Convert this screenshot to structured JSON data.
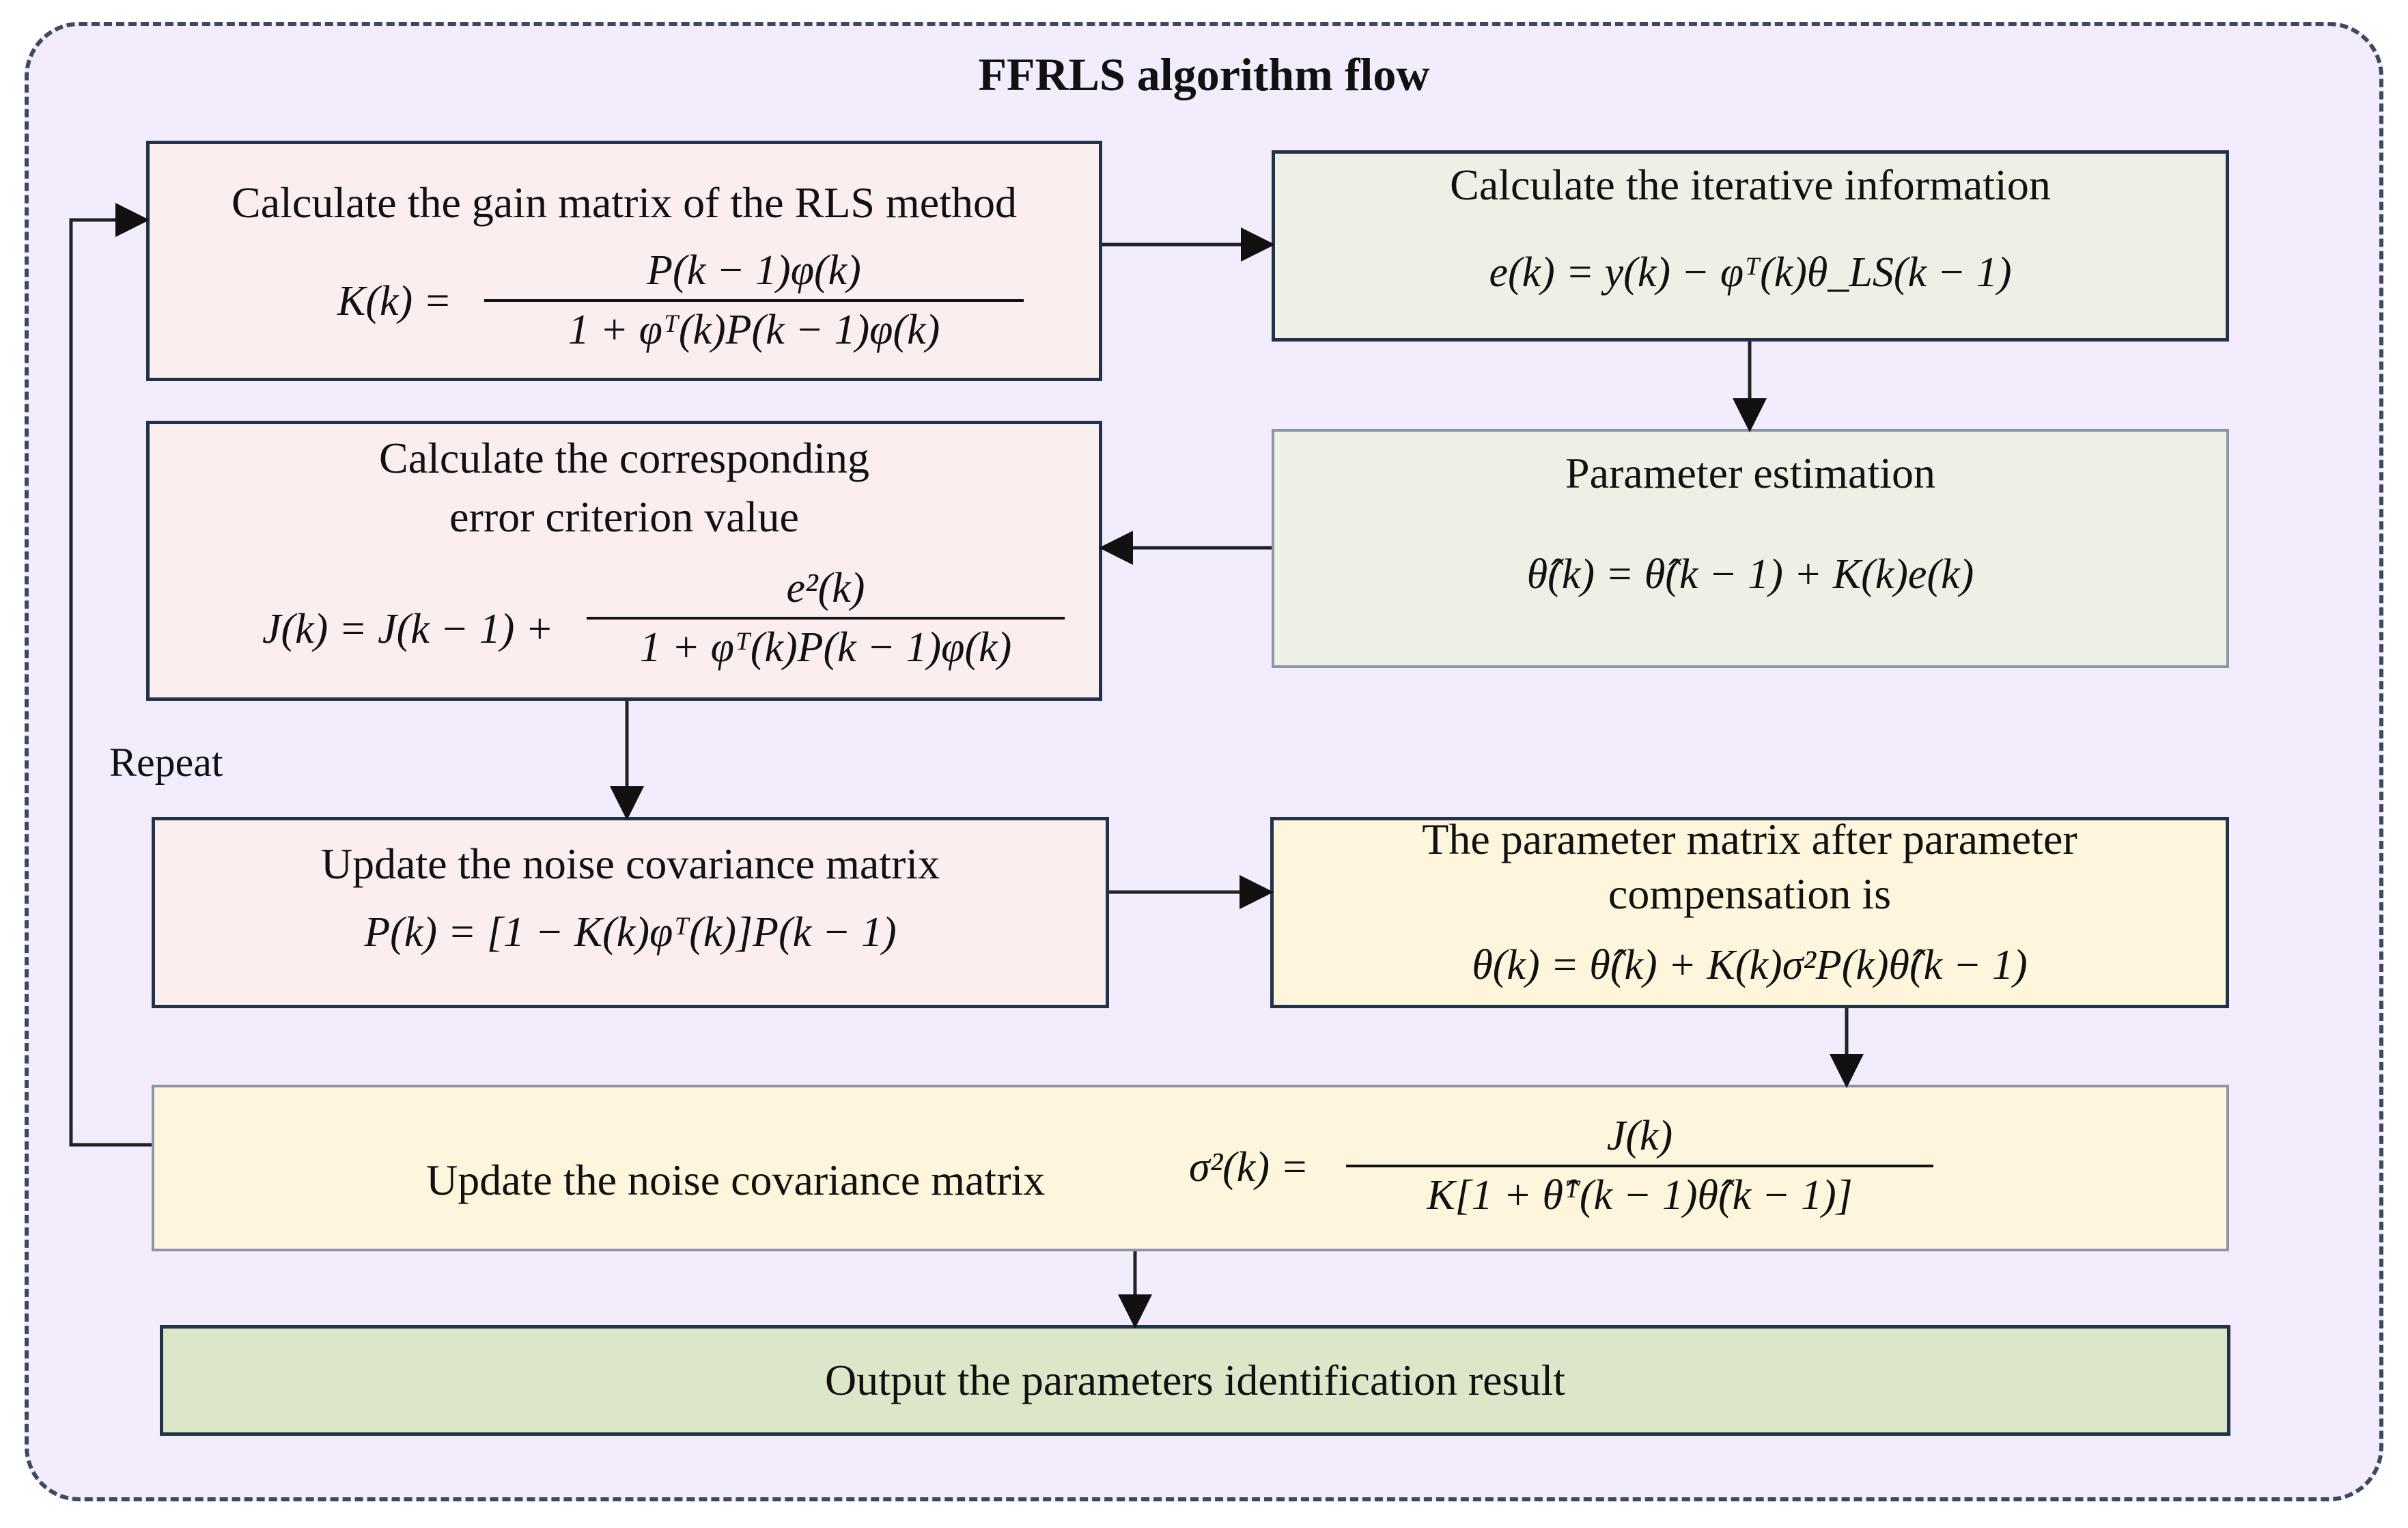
{
  "title": "FFRLS algorithm flow",
  "repeat_label": "Repeat",
  "boxes": {
    "gain": {
      "label": "Calculate the gain matrix of the RLS method",
      "lhs": "K(k) =",
      "num": "P(k − 1)φ(k)",
      "den": "1 + φᵀ(k)P(k − 1)φ(k)"
    },
    "iter": {
      "label": "Calculate the iterative information",
      "formula": "e(k) = y(k) − φᵀ(k)θ_LS(k − 1)"
    },
    "estimate": {
      "label": "Parameter estimation",
      "formula": "θ̂(k) = θ̂(k − 1) + K(k)e(k)"
    },
    "error": {
      "label_line1": "Calculate the corresponding",
      "label_line2": "error criterion value",
      "lhs": "J(k) = J(k − 1) +",
      "num": "e²(k)",
      "den": "1 + φᵀ(k)P(k − 1)φ(k)"
    },
    "covariance": {
      "label": "Update the noise covariance matrix",
      "formula": "P(k) = [1 − K(k)φᵀ(k)]P(k − 1)"
    },
    "compensation": {
      "label_line1": "The parameter matrix after parameter",
      "label_line2": "compensation is",
      "formula": "θ(k) = θ̂(k) + K(k)σ²P(k)θ̂(k − 1)"
    },
    "noise": {
      "label": "Update the noise covariance matrix",
      "lhs": "σ²(k) =",
      "num": "J(k)",
      "den": "K[1 + θ̂ᵀ(k − 1)θ̂(k − 1)]"
    },
    "output": {
      "label": "Output the parameters identification result"
    }
  },
  "colors": {
    "frame_border": "#3d4a5e",
    "frame_fill": "#f3ecfd",
    "pink": "#fbeeee",
    "grey_green": "#eef0e5",
    "cream": "#fdf6dc",
    "green": "#dbe7c8",
    "box_border": "#223248"
  }
}
